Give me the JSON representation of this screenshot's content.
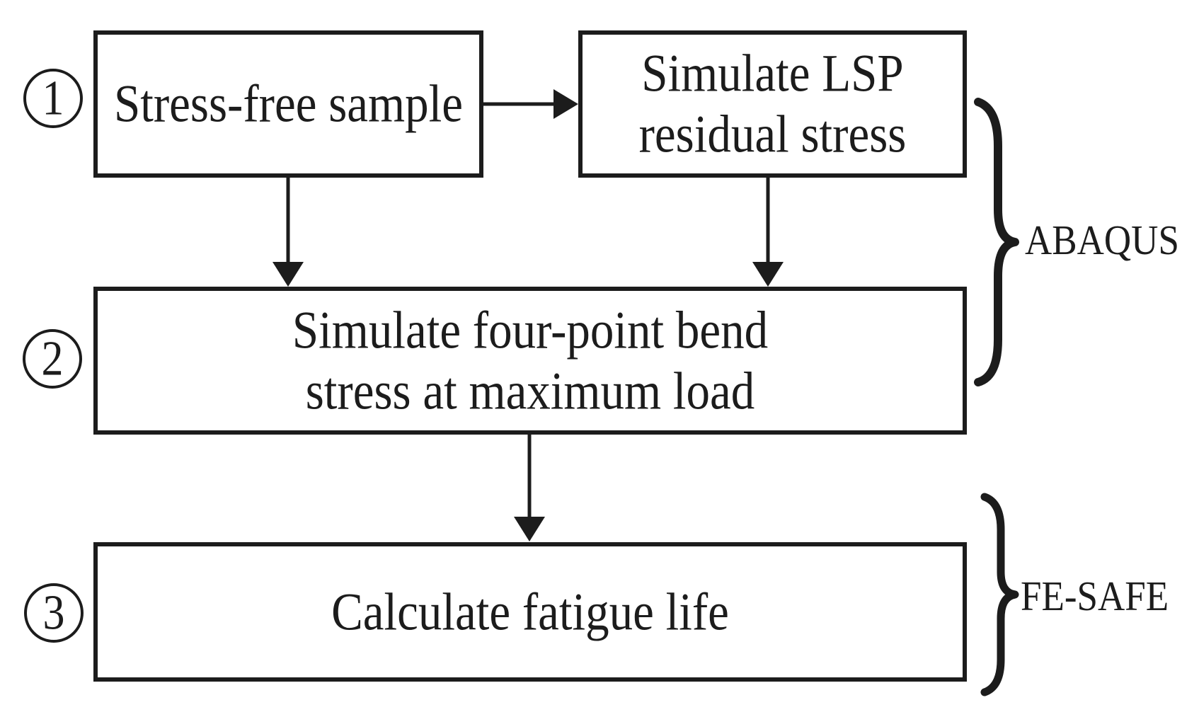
{
  "colors": {
    "ink": "#1c1c1c",
    "background": "#ffffff"
  },
  "flowchart": {
    "step_markers": [
      {
        "label": "1"
      },
      {
        "label": "2"
      },
      {
        "label": "3"
      }
    ],
    "nodes": {
      "stress_free_sample": {
        "label": "Stress-free sample"
      },
      "simulate_lsp": {
        "line1": "Simulate LSP",
        "line2": "residual stress"
      },
      "four_point_bend": {
        "line1": "Simulate four-point bend",
        "line2": "stress at maximum load"
      },
      "calculate_fatigue_life": {
        "label": "Calculate fatigue life"
      }
    },
    "software_groups": {
      "abaqus": {
        "label": "ABAQUS"
      },
      "fesafe": {
        "label": "FE-SAFE"
      }
    }
  }
}
